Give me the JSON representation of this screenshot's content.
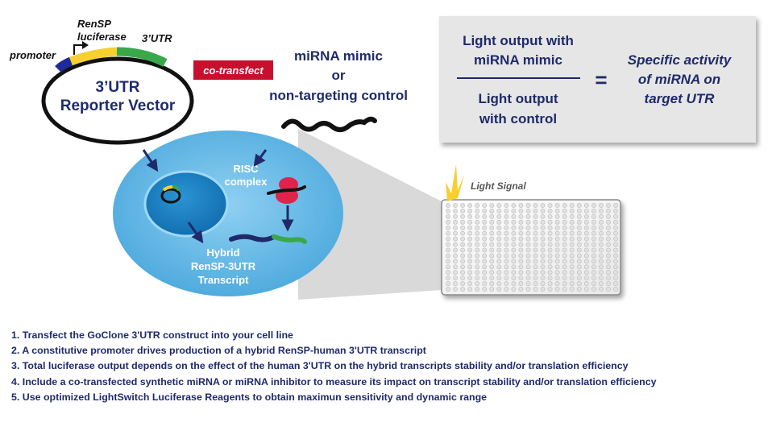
{
  "vector": {
    "line1": "3’UTR",
    "line2": "Reporter Vector",
    "promoter_label": "promoter",
    "rensp_label_1": "RenSP",
    "rensp_label_2": "luciferase",
    "utr_label": "3’UTR"
  },
  "cotransfect_label": "co-transfect",
  "mimic": {
    "line1": "miRNA mimic",
    "line2": "or",
    "line3": "non-targeting control"
  },
  "formula": {
    "numerator_line1": "Light output with",
    "numerator_line2": "miRNA mimic",
    "denominator_line1": "Light output",
    "denominator_line2": "with control",
    "equals": "=",
    "result_line1": "Specific activity",
    "result_line2": "of miRNA on",
    "result_line3": "target UTR"
  },
  "cell": {
    "risc_line1": "RISC",
    "risc_line2": "complex",
    "hybrid_line1": "Hybrid",
    "hybrid_line2": "RenSP-3UTR",
    "hybrid_line3": "Transcript"
  },
  "light_signal_label": "Light Signal",
  "plate": {
    "rows": 16,
    "cols": 24
  },
  "steps": [
    "1. Transfect the GoClone 3'UTR construct into your cell line",
    "2. A constitutive promoter drives production of a hybrid RenSP-human 3'UTR transcript",
    "3. Total luciferase output depends on the effect of the human 3'UTR on the hybrid transcripts stability and/or translation efficiency",
    "4. Include a co-transfected synthetic miRNA or miRNA inhibitor to measure its impact on transcript stability and/or translation efficiency",
    "5. Use optimized LightSwitch Luciferase Reagents to obtain maximun sensitivity and dynamic range"
  ],
  "colors": {
    "navy": "#1f2a6b",
    "cell_blue": "#62b5e3",
    "nucleus_blue": "#1a7ec2",
    "yellow": "#f7cf2e",
    "green": "#3aa84a",
    "red_badge": "#c8102e",
    "risc_red": "#e0234a",
    "gray_box": "#e6e6e6"
  }
}
